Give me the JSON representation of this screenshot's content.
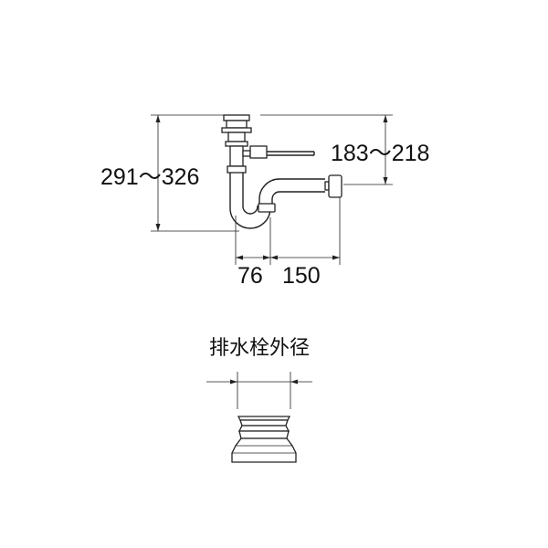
{
  "dimensions": {
    "total_height": "291～326",
    "top_to_outlet": "183～218",
    "trap_offset": "76",
    "outlet_length": "150"
  },
  "detail": {
    "title": "排水栓外径"
  },
  "colors": {
    "line": "#222222",
    "background": "#ffffff"
  }
}
